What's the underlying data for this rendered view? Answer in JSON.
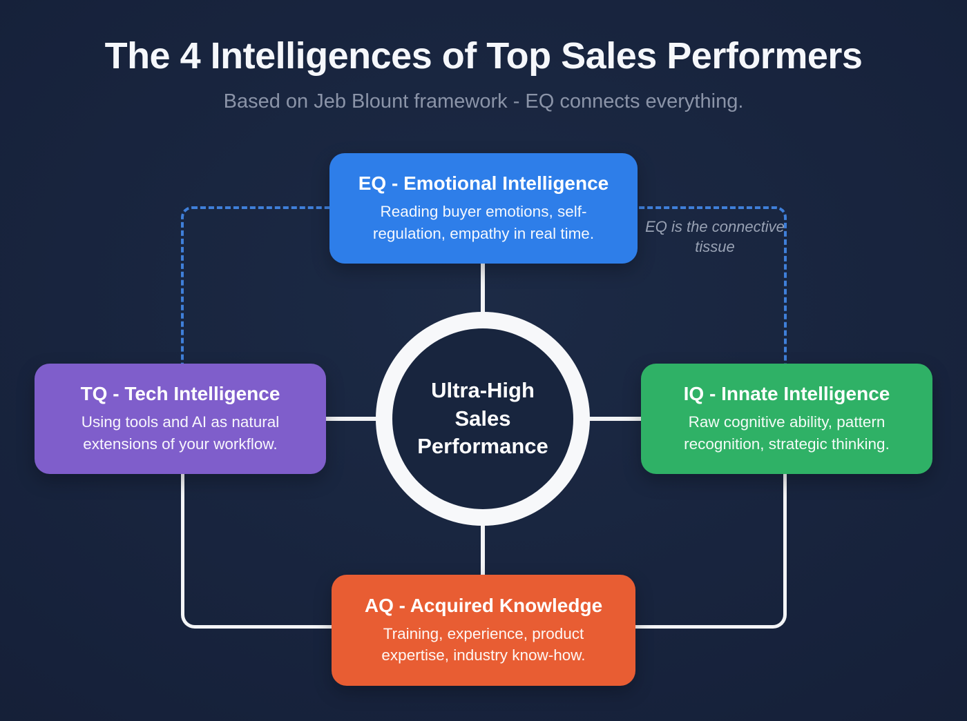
{
  "header": {
    "title": "The 4 Intelligences of Top Sales Performers",
    "subtitle": "Based on Jeb Blount framework - EQ connects everything."
  },
  "center": {
    "line1": "Ultra-High",
    "line2": "Sales",
    "line3": "Performance"
  },
  "annotation": {
    "text": "EQ is the connective tissue"
  },
  "boxes": {
    "eq": {
      "title": "EQ - Emotional Intelligence",
      "body": "Reading buyer emotions, self-regulation, empathy in real time.",
      "color": "#2e7ee9"
    },
    "tq": {
      "title": "TQ - Tech Intelligence",
      "body": "Using tools and AI as natural extensions of your workflow.",
      "color": "#7f5ecb"
    },
    "iq": {
      "title": "IQ - Innate Intelligence",
      "body": "Raw cognitive ability, pattern recognition, strategic thinking.",
      "color": "#2fb166"
    },
    "aq": {
      "title": "AQ - Acquired Knowledge",
      "body": "Training, experience, product expertise, industry know-how.",
      "color": "#e85d33"
    }
  },
  "colors": {
    "background": "#16213a",
    "dashed_line": "#3f7fd9",
    "solid_line": "#f3f4f6",
    "subtitle_text": "#8b94a8",
    "annotation_text": "#99a2b4"
  }
}
